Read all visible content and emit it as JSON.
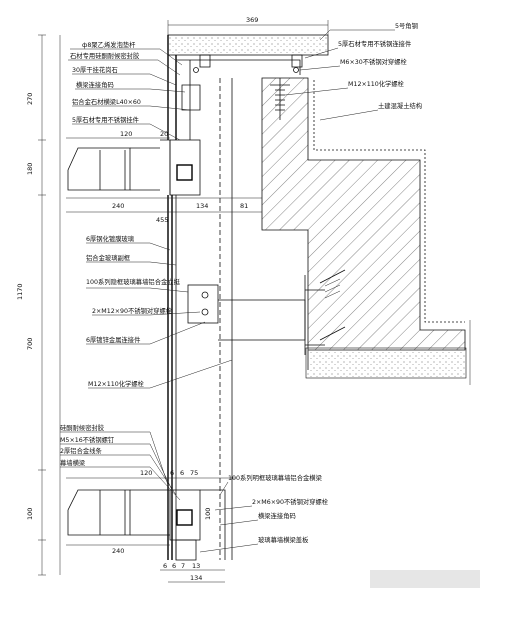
{
  "dimensions": {
    "top_width": "369",
    "left_vertical": [
      "270",
      "180",
      "700",
      "100",
      "1170"
    ],
    "mid_row1": [
      "120",
      "20"
    ],
    "mid_row2": [
      "240",
      "134",
      "81"
    ],
    "mid_row3": "455",
    "lower_row": [
      "120",
      "6",
      "6",
      "75"
    ],
    "lower_left": "240",
    "lower_right": "100",
    "bottom_small": [
      "6",
      "6",
      "7",
      "13"
    ],
    "bottom_width": "134"
  },
  "labels_top_left": [
    "ф8聚乙烯发泡垫杆",
    "石材专用硅酮耐候密封胶",
    "30厚干挂花岗石",
    "横梁连接角码",
    "铝合金石材横梁L40×60",
    "5厚石材专用不锈钢挂件"
  ],
  "labels_top_right": [
    "5号角钢",
    "5厚石材专用不锈钢连接件",
    "M6×30不锈钢对穿螺栓",
    "M12×110化学螺栓",
    "土建混凝土结构"
  ],
  "labels_mid_left": [
    "6厚钢化镀膜玻璃",
    "铝合金玻璃副框",
    "100系列隐框玻璃幕墙铝合金立挺",
    "2×M12×90不锈钢对穿螺栓",
    "6厚镀锌金属连接件",
    "M12×110化学螺栓"
  ],
  "labels_lower_left": [
    "硅酮耐候密封胶",
    "M5×16不锈钢螺钉",
    "2厚铝合金线条",
    "幕墙横梁"
  ],
  "labels_lower_right": [
    "100系列明框玻璃幕墙铝合金横梁",
    "2×M6×90不锈钢对穿螺栓",
    "横梁连接角码",
    "玻璃幕墙横梁盖板"
  ]
}
